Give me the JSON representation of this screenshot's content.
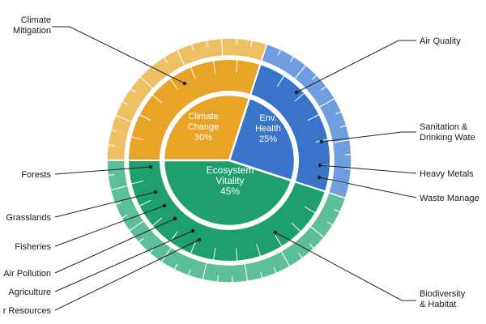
{
  "colors": {
    "climate": "#e8a427",
    "climate_outer": "#eec064",
    "env_health": "#3a74c9",
    "env_health_outer": "#6f9ee0",
    "ecosystem": "#1f9e6e",
    "ecosystem_outer": "#5dbf97",
    "callout_line": "#222222",
    "background": "#ffffff"
  },
  "chart_data": {
    "type": "sunburst",
    "inner": [
      {
        "key": "climate",
        "label_lines": [
          "Climate",
          "Change",
          "30%"
        ],
        "percent": 30
      },
      {
        "key": "env_health",
        "label_lines": [
          "Env.",
          "Health",
          "25%"
        ],
        "percent": 25
      },
      {
        "key": "ecosystem",
        "label_lines": [
          "Ecosystem",
          "Vitality",
          "45%"
        ],
        "percent": 45
      }
    ]
  },
  "callouts": {
    "left": [
      {
        "id": "climate-mitigation",
        "lines": [
          "Climate",
          "Mitigation"
        ]
      },
      {
        "id": "forests",
        "lines": [
          "Forests"
        ]
      },
      {
        "id": "grasslands",
        "lines": [
          "Grasslands"
        ]
      },
      {
        "id": "fisheries",
        "lines": [
          "Fisheries"
        ]
      },
      {
        "id": "air-pollution",
        "lines": [
          "Air Pollution"
        ]
      },
      {
        "id": "agriculture",
        "lines": [
          "Agriculture"
        ]
      },
      {
        "id": "water-resources",
        "lines": [
          "r Resources"
        ]
      }
    ],
    "right": [
      {
        "id": "air-quality",
        "lines": [
          "Air Quality"
        ]
      },
      {
        "id": "sanitation",
        "lines": [
          "Sanitation &",
          "Drinking Wate"
        ]
      },
      {
        "id": "heavy-metals",
        "lines": [
          "Heavy Metals"
        ]
      },
      {
        "id": "waste-management",
        "lines": [
          "Waste Manage"
        ]
      },
      {
        "id": "biodiversity",
        "lines": [
          "Biodiversity",
          "& Habitat"
        ]
      }
    ]
  }
}
